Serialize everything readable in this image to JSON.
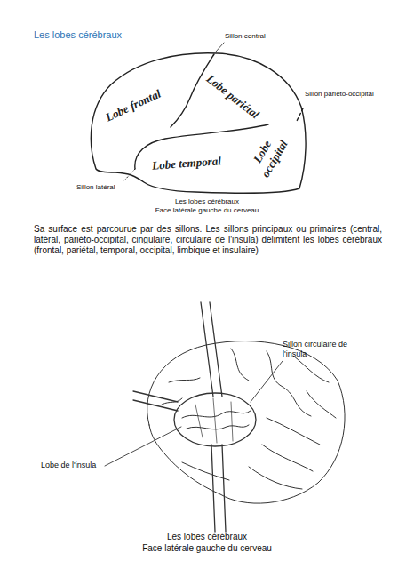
{
  "diagram": {
    "title": "Les lobes cérébraux",
    "labels": [
      "Sillon central",
      "Lobe frontal",
      "Lobe pariétal",
      "Sillon pariéto-occipital",
      "Lobe occipital",
      "Lobe temporal",
      "Sillon latéral",
      "Les lobes cérébraux",
      "Face latérale gauche du cerveau",
      "Sa surface est parcourue par des sillons. Les sillons principaux ou primaires (central, latéral, pariéto-occipital, cingulaire, circulaire de l'insula) délimitent les lobes cérébraux (frontal, pariétal, temporal, occipital, limbique et insulaire)",
      "Sillon circulaire de l'insula",
      "Lobe de l'insula",
      "Les lobes cérébraux",
      "Face latérale gauche du cerveau"
    ]
  }
}
